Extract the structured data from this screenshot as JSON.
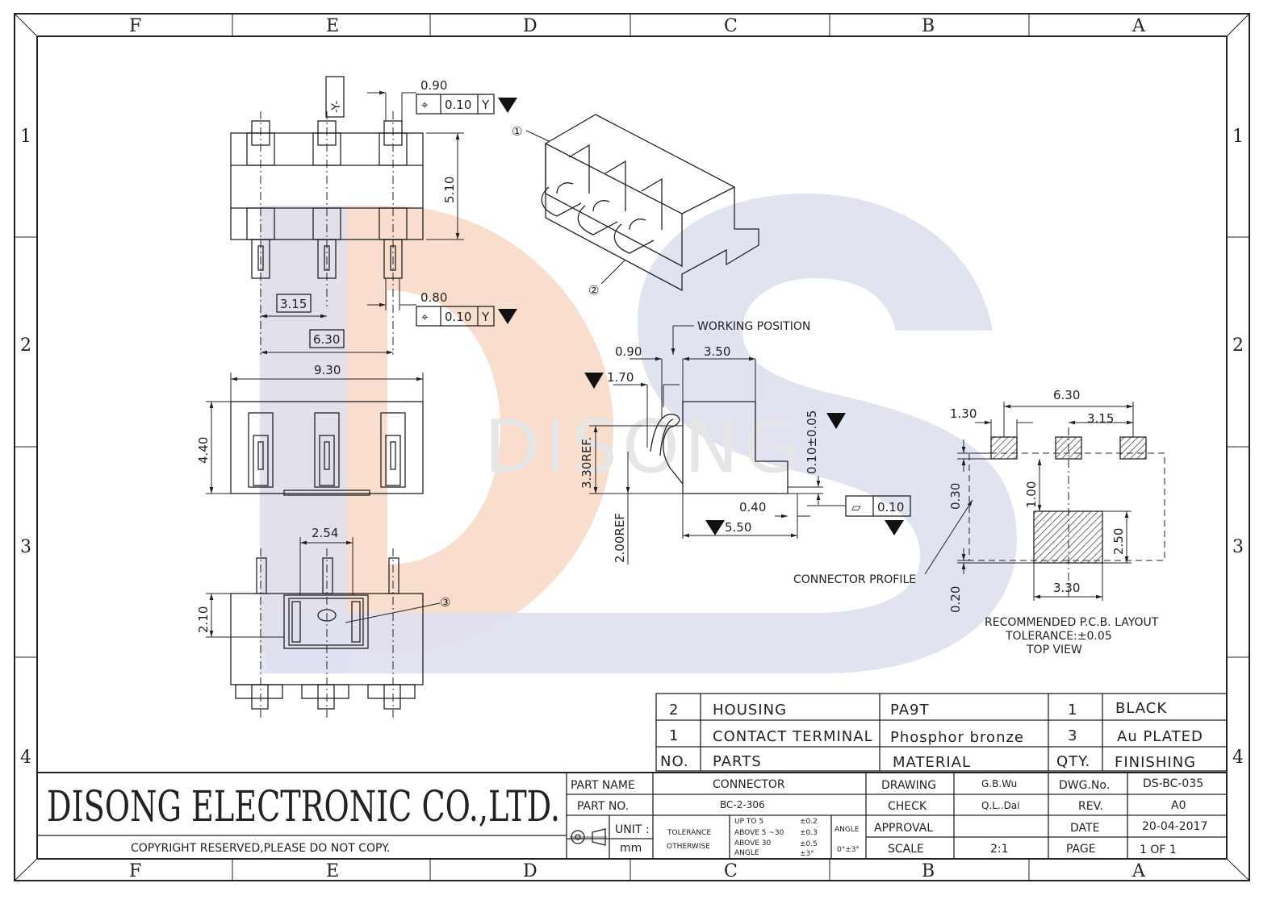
{
  "watermark": {
    "letters": [
      "D",
      "S"
    ],
    "text": "DISONG",
    "colors": {
      "d": "#f8d9c8",
      "s": "#dfe0f0",
      "text": "#eeeeee"
    }
  },
  "frame": {
    "columns": [
      "F",
      "E",
      "D",
      "C",
      "B",
      "A"
    ],
    "rows": [
      "1",
      "2",
      "3",
      "4"
    ]
  },
  "views": {
    "top": {
      "datum": "-Y-",
      "pitch_tol_top": {
        "value": "0.90",
        "symbol": "⌖",
        "tol": "0.10",
        "datum": "Y"
      },
      "height": "5.10",
      "pitch_tol_bottom": {
        "value": "0.80",
        "symbol": "⌖",
        "tol": "0.10",
        "datum": "Y"
      },
      "pitch": "3.15",
      "span": "6.30"
    },
    "front": {
      "width": "9.30",
      "height": "4.40"
    },
    "bottom": {
      "pitch": "2.54",
      "height": "2.10",
      "callout": "③"
    },
    "iso": {
      "callout_1": "①",
      "callout_2": "②"
    },
    "side": {
      "working_position": "WORKING POSITION",
      "dim_090": "0.90",
      "dim_350": "3.50",
      "dim_170": "1.70",
      "dim_330ref": "3.30REF.",
      "dim_010": "0.10±0.05",
      "dim_040": "0.40",
      "flatness": {
        "symbol": "▱",
        "tol": "0.10"
      },
      "dim_550": "5.50",
      "dim_200ref": "2.00REF"
    },
    "pcb": {
      "dim_630": "6.30",
      "dim_130": "1.30",
      "dim_315": "3.15",
      "dim_030": "0.30",
      "dim_100": "1.00",
      "dim_250": "2.50",
      "dim_330": "3.30",
      "dim_020": "0.20",
      "connector_profile": "CONNECTOR PROFILE",
      "notes": [
        "RECOMMENDED P.C.B. LAYOUT",
        "TOLERANCE:±0.05",
        "TOP VIEW"
      ]
    }
  },
  "bom": {
    "rows": [
      {
        "no": "2",
        "part": "HOUSING",
        "material": "PA9T",
        "qty": "1",
        "finish": "BLACK"
      },
      {
        "no": "1",
        "part": "CONTACT TERMINAL",
        "material": "Phosphor bronze",
        "qty": "3",
        "finish": "Au PLATED"
      }
    ],
    "header": {
      "no": "NO.",
      "part": "PARTS",
      "material": "MATERIAL",
      "qty": "QTY.",
      "finish": "FINISHING"
    }
  },
  "title_block": {
    "company": "DISONG ELECTRONIC CO.,LTD.",
    "copyright": "COPYRIGHT RESERVED,PLEASE DO NOT COPY.",
    "part_name_label": "PART NAME",
    "part_name": "CONNECTOR",
    "part_no_label": "PART NO.",
    "part_no": "BC-2-306",
    "unit_label": "UNIT :",
    "unit": "mm",
    "tolerance_label": [
      "TOLERANCE",
      "OTHERWISE"
    ],
    "tolerances": [
      {
        "range": "UP TO 5",
        "tol": "±0.2"
      },
      {
        "range": "ABOVE 5 ~30",
        "tol": "±0.3"
      },
      {
        "range": "ABOVE 30",
        "tol": "±0.5"
      },
      {
        "range": "ANGLE",
        "tol": "±3°"
      }
    ],
    "angle_label": "ANGLE",
    "angle_value": "0°±3°",
    "drawing_label": "DRAWING",
    "drawing": "G.B.Wu",
    "check_label": "CHECK",
    "check": "Q.L..Dai",
    "approval_label": "APPROVAL",
    "scale_label": "SCALE",
    "scale": "2:1",
    "dwg_no_label": "DWG.No.",
    "dwg_no": "DS-BC-035",
    "rev_label": "REV.",
    "rev": "A0",
    "date_label": "DATE",
    "date": "20-04-2017",
    "page_label": "PAGE",
    "page": "1 OF 1"
  }
}
